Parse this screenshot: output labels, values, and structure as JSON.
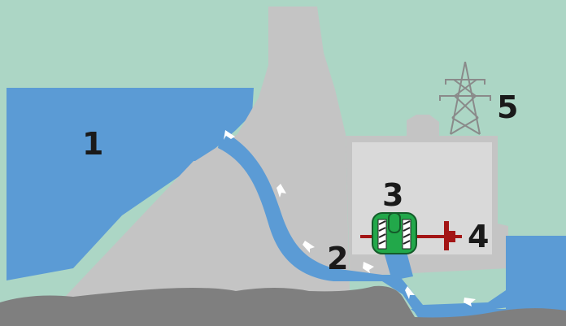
{
  "diagram": {
    "labels": {
      "reservoir": "1",
      "penstock": "2",
      "turbine": "3",
      "generator": "4",
      "transmission": "5"
    },
    "colors": {
      "sky": "#acd6c5",
      "water": "#5b9bd5",
      "dam_concrete": "#c4c4c4",
      "powerhouse": "#d9d9d9",
      "bedrock": "#7f7f7f",
      "turbine": "#22a84a",
      "generator": "#a31515",
      "flow_arrow": "#ffffff",
      "pylon": "#8a8a8a"
    },
    "icons": [
      "flow-arrow-icon",
      "transmission-tower-icon",
      "turbine-icon",
      "generator-shaft-icon"
    ]
  }
}
